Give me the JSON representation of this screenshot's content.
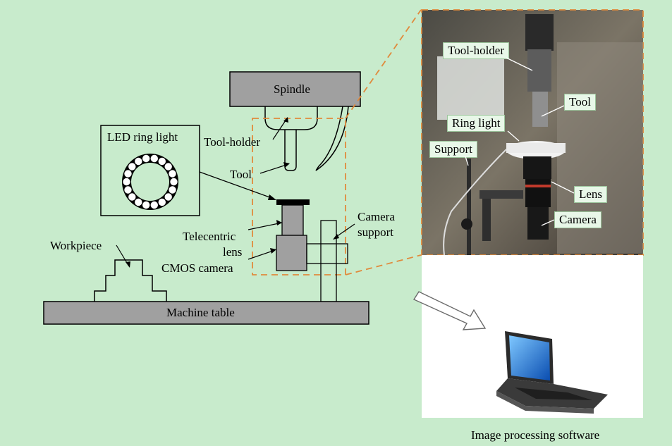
{
  "schematic": {
    "spindle": "Spindle",
    "tool_holder": "Tool-holder",
    "tool": "Tool",
    "led_ring_light": "LED ring light",
    "telecentric_lens_line1": "Telecentric",
    "telecentric_lens_line2": "lens",
    "cmos_camera": "CMOS camera",
    "camera_support_line1": "Camera",
    "camera_support_line2": "support",
    "workpiece": "Workpiece",
    "machine_table": "Machine table"
  },
  "photo_labels": {
    "tool_holder": "Tool-holder",
    "tool": "Tool",
    "ring_light": "Ring light",
    "support": "Support",
    "lens": "Lens",
    "camera": "Camera"
  },
  "caption": "Image processing software",
  "colors": {
    "background": "#c8ebcc",
    "component_fill": "#a0a0a0",
    "highlight_dash": "#e08a3c"
  }
}
